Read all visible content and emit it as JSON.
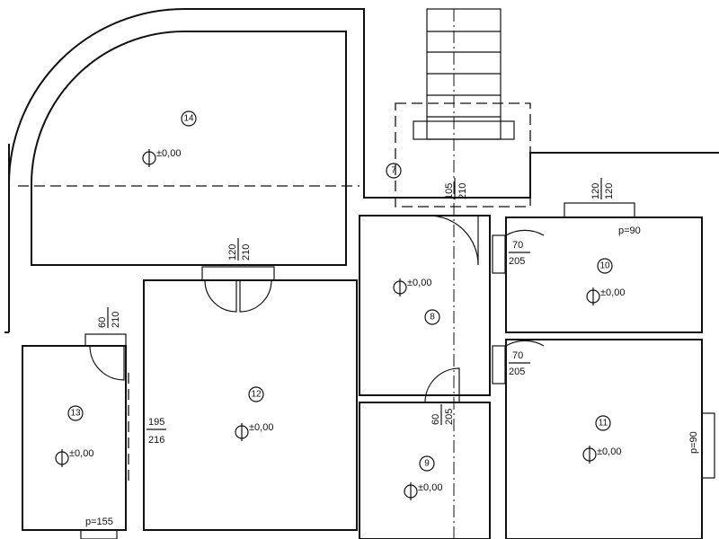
{
  "rooms": [
    {
      "id": "14",
      "level": "±0,00"
    },
    {
      "id": "7",
      "level": ""
    },
    {
      "id": "8",
      "level": "±0,00"
    },
    {
      "id": "9",
      "level": "±0,00"
    },
    {
      "id": "10",
      "level": "±0,00"
    },
    {
      "id": "11",
      "level": "±0,00"
    },
    {
      "id": "12",
      "level": "±0,00"
    },
    {
      "id": "13",
      "level": "±0,00"
    }
  ],
  "openings": {
    "door_14_12": {
      "w": "120",
      "h": "210"
    },
    "door_13": {
      "w": "60",
      "h": "210"
    },
    "door_stair": {
      "w": "105",
      "h": "210"
    },
    "window_10": {
      "w": "120",
      "h": "120",
      "p": "p=90"
    },
    "door_10": {
      "w": "70",
      "h": "205"
    },
    "door_11": {
      "w": "70",
      "h": "205"
    },
    "door_9": {
      "w": "60",
      "h": "205"
    },
    "passage_12": {
      "w": "195",
      "h": "216"
    },
    "window_11": {
      "p": "p=90"
    },
    "window_13": {
      "p": "p=155"
    }
  }
}
